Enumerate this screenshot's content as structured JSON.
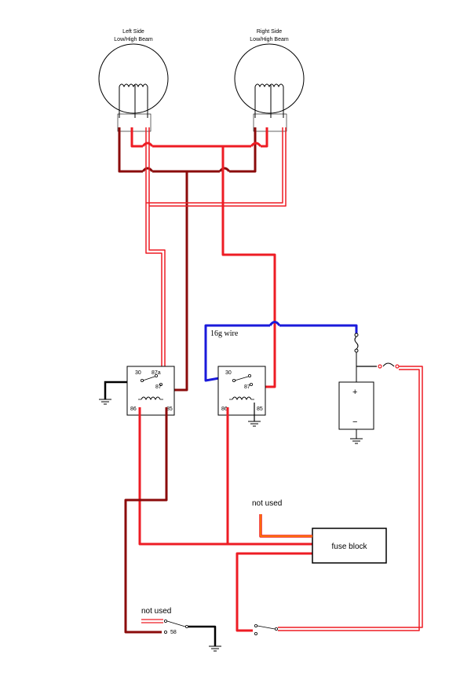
{
  "headlamps": {
    "left": {
      "line1": "Left Side",
      "line2": "Low/High Beam"
    },
    "right": {
      "line1": "Right Side",
      "line2": "Low/High Beam"
    }
  },
  "relays": {
    "left": {
      "pin30": "30",
      "pin87a": "87a",
      "pin87": "87",
      "pin86": "86",
      "pin85": "85"
    },
    "right": {
      "pin30": "30",
      "pin87": "87",
      "pin86": "86",
      "pin85": "85"
    }
  },
  "wire_label": "16g wire",
  "battery": {
    "plus": "+",
    "minus": "−"
  },
  "fuse_block": "fuse block",
  "not_used_top": "not used",
  "not_used_bottom": "not used",
  "switch_pin": "58",
  "colors": {
    "red": "#ee1c24",
    "dark_red": "#8b0b0b",
    "blue": "#1a1adb",
    "orange": "#ff8a00",
    "black": "#000000"
  }
}
